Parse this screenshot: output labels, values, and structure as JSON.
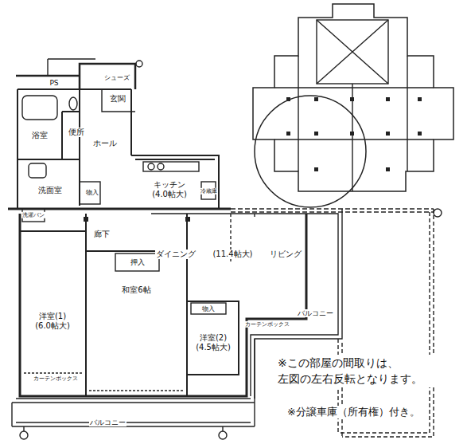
{
  "diagram": {
    "nodes": [
      {
        "text": [
          "浴室"
        ]
      },
      {
        "text": [
          "便所"
        ]
      },
      {
        "text": [
          "洗面室"
        ]
      },
      {
        "text": [
          "玄関"
        ]
      },
      {
        "text": [
          "ホール"
        ]
      },
      {
        "text": [
          "キッチン",
          "(4.0帖大)"
        ]
      },
      {
        "text": [
          "廊下"
        ]
      },
      {
        "text": [
          "ダイニング",
          "(11.4帖大)",
          "リビング"
        ]
      },
      {
        "text": [
          "洋室(1)",
          "(6.0帖大)"
        ]
      },
      {
        "text": [
          "和室6帖"
        ]
      },
      {
        "text": [
          "押入"
        ],
        "in": 9
      },
      {
        "text": [
          "洋室(2)",
          "(4.5帖大)"
        ]
      },
      {
        "text": [
          "物入"
        ],
        "in": 11
      },
      {
        "text": [
          "バルコニー"
        ]
      },
      {
        "text": [
          "バルコニー"
        ]
      }
    ],
    "labels": [
      "PS",
      "シューズ",
      "物入",
      "冷蔵庫",
      "洗濯パン",
      "カーテンボックス",
      "カーテンボックス",
      "※この部屋の間取りは、 左図の左右反転となります。",
      "※分譲車庫（所有権）付き。"
    ]
  }
}
